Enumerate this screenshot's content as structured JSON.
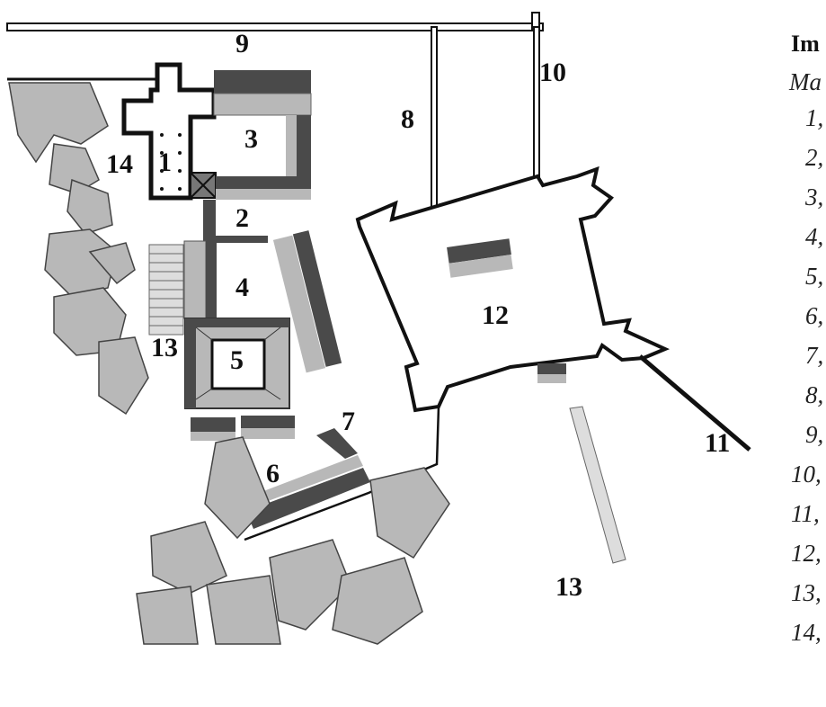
{
  "header": {
    "title": "Im",
    "subtitle": "Ma"
  },
  "labels": [
    "1",
    "2",
    "3",
    "4",
    "5",
    "6",
    "7",
    "8",
    "9",
    "10",
    "11",
    "12",
    "13",
    "13",
    "14"
  ],
  "legend": [
    "1,",
    "2,",
    "3,",
    "4,",
    "5,",
    "6,",
    "7,",
    "8,",
    "9,",
    "10,",
    "11,",
    "12,",
    "13,",
    "14,"
  ],
  "colors": {
    "building_fill": "#b8b8b8",
    "dark_wall": "#4a4a4a",
    "outline": "#111111",
    "background": "#ffffff"
  }
}
